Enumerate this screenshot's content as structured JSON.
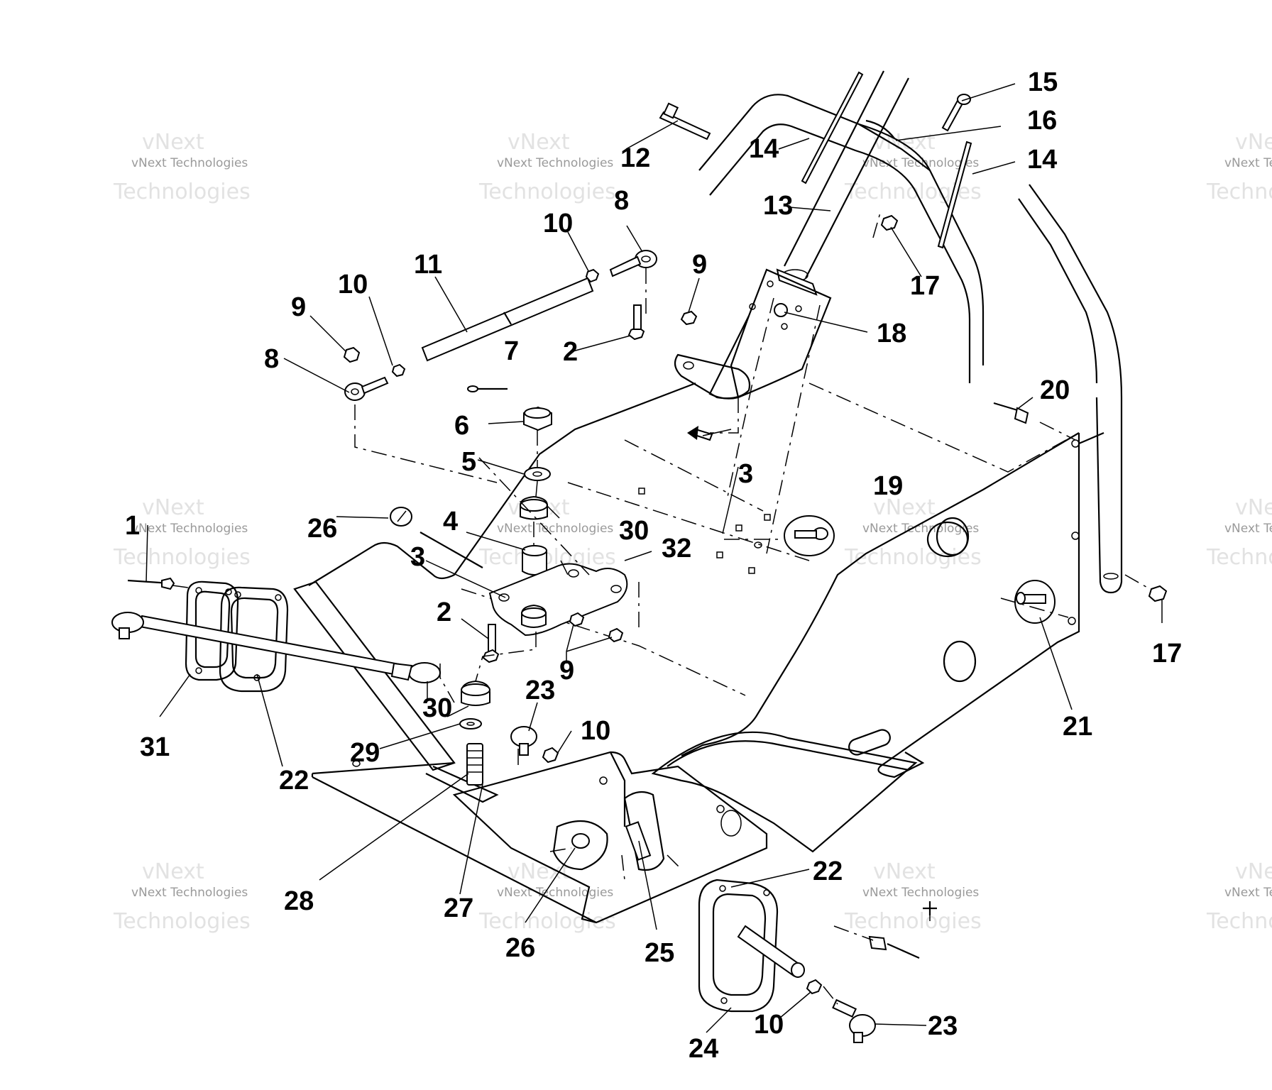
{
  "watermark": {
    "brand": "vNext",
    "company": "vNext Technologies",
    "word": "Technologies"
  },
  "callouts": [
    {
      "label": "1"
    },
    {
      "label": "2"
    },
    {
      "label": "2"
    },
    {
      "label": "3"
    },
    {
      "label": "3"
    },
    {
      "label": "4"
    },
    {
      "label": "5"
    },
    {
      "label": "6"
    },
    {
      "label": "7"
    },
    {
      "label": "8"
    },
    {
      "label": "8"
    },
    {
      "label": "9"
    },
    {
      "label": "9"
    },
    {
      "label": "9"
    },
    {
      "label": "10"
    },
    {
      "label": "10"
    },
    {
      "label": "10"
    },
    {
      "label": "10"
    },
    {
      "label": "11"
    },
    {
      "label": "12"
    },
    {
      "label": "13"
    },
    {
      "label": "14"
    },
    {
      "label": "14"
    },
    {
      "label": "15"
    },
    {
      "label": "16"
    },
    {
      "label": "17"
    },
    {
      "label": "17"
    },
    {
      "label": "18"
    },
    {
      "label": "19"
    },
    {
      "label": "20"
    },
    {
      "label": "21"
    },
    {
      "label": "22"
    },
    {
      "label": "22"
    },
    {
      "label": "23"
    },
    {
      "label": "23"
    },
    {
      "label": "24"
    },
    {
      "label": "25"
    },
    {
      "label": "26"
    },
    {
      "label": "26"
    },
    {
      "label": "27"
    },
    {
      "label": "28"
    },
    {
      "label": "29"
    },
    {
      "label": "30"
    },
    {
      "label": "30"
    },
    {
      "label": "31"
    },
    {
      "label": "32"
    }
  ],
  "colors": {
    "ink": "#000000",
    "paper": "#ffffff",
    "watermark": "#c8c8c8"
  }
}
